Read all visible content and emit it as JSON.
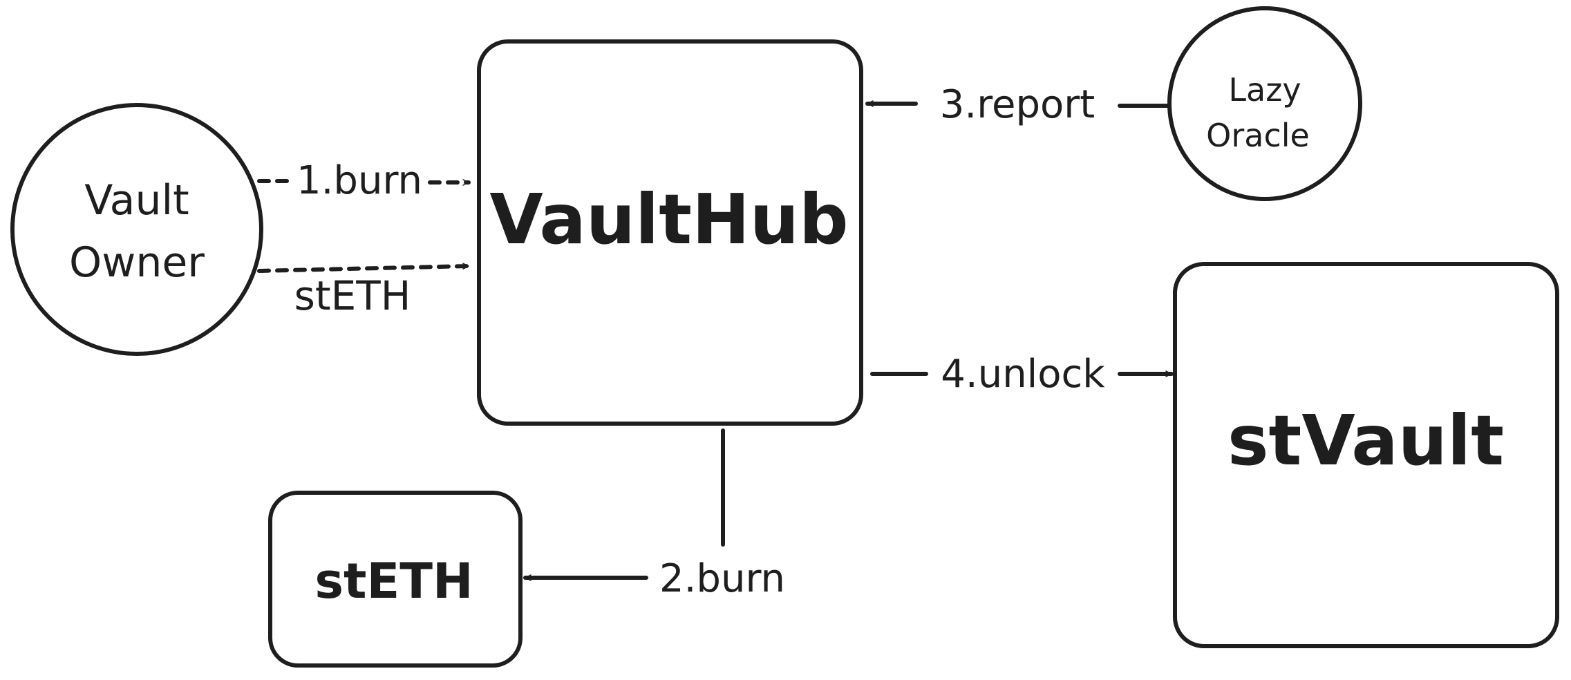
{
  "nodes": {
    "vault_owner": {
      "line1": "Vault",
      "line2": "Owner",
      "fill": "#ffec99"
    },
    "vault_hub": {
      "label": "VaultHub",
      "fill": "#a5d8ff"
    },
    "lazy_oracle": {
      "line1": "Lazy",
      "line2": "Oracle",
      "fill": "#b2f2bb"
    },
    "steth_box": {
      "label": "stETH",
      "fill": "#a5d8ff"
    },
    "stvault": {
      "label": "stVault",
      "fill": "#ffffff"
    }
  },
  "edges": {
    "burn_1": "1.burn",
    "steth_transfer": "stETH",
    "burn_2": "2.burn",
    "report_3": "3.report",
    "unlock_4": "4.unlock"
  },
  "colors": {
    "stroke": "#1e1e1e",
    "background": "#ffffff"
  }
}
